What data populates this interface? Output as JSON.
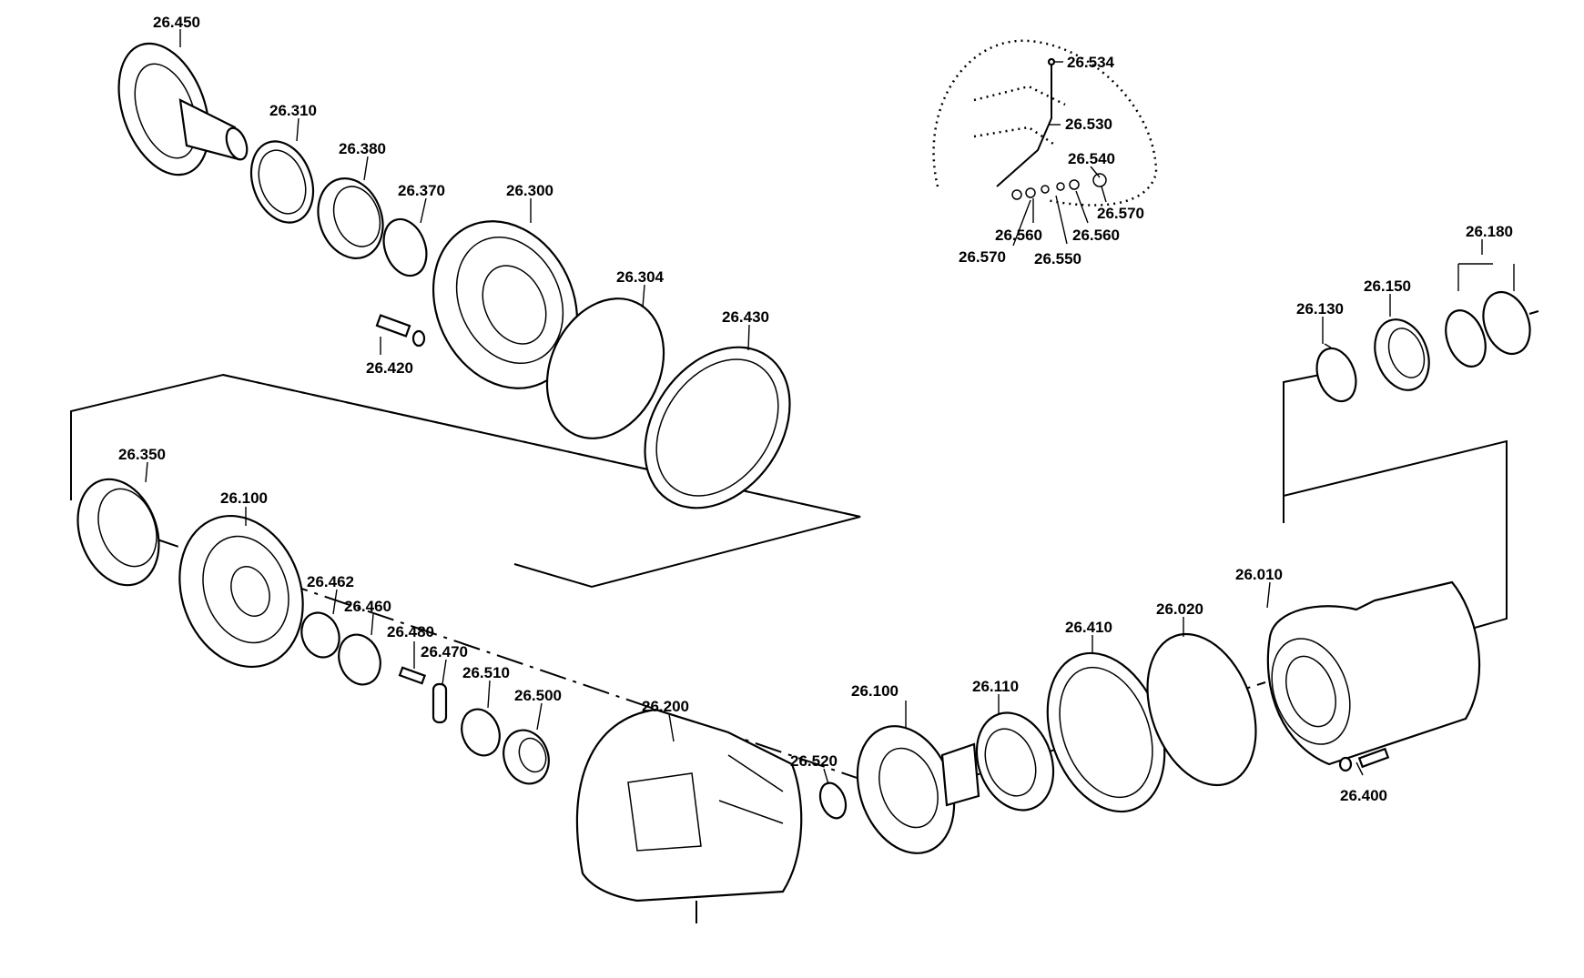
{
  "labels": {
    "l26450": "26.450",
    "l26310": "26.310",
    "l26380": "26.380",
    "l26370": "26.370",
    "l26300": "26.300",
    "l26304": "26.304",
    "l26430": "26.430",
    "l26420": "26.420",
    "l26534": "26.534",
    "l26530": "26.530",
    "l26540": "26.540",
    "l26570a": "26.570",
    "l26560a": "26.560",
    "l26560b": "26.560",
    "l26570b": "26.570",
    "l26550": "26.550",
    "l26180": "26.180",
    "l26150": "26.150",
    "l26130": "26.130",
    "l26350": "26.350",
    "l26100a": "26.100",
    "l26462": "26.462",
    "l26460": "26.460",
    "l26480": "26.480",
    "l26470": "26.470",
    "l26510": "26.510",
    "l26500": "26.500",
    "l26200": "26.200",
    "l26520": "26.520",
    "l26100b": "26.100",
    "l26110": "26.110",
    "l26410": "26.410",
    "l26020": "26.020",
    "l26010": "26.010",
    "l26400": "26.400"
  }
}
